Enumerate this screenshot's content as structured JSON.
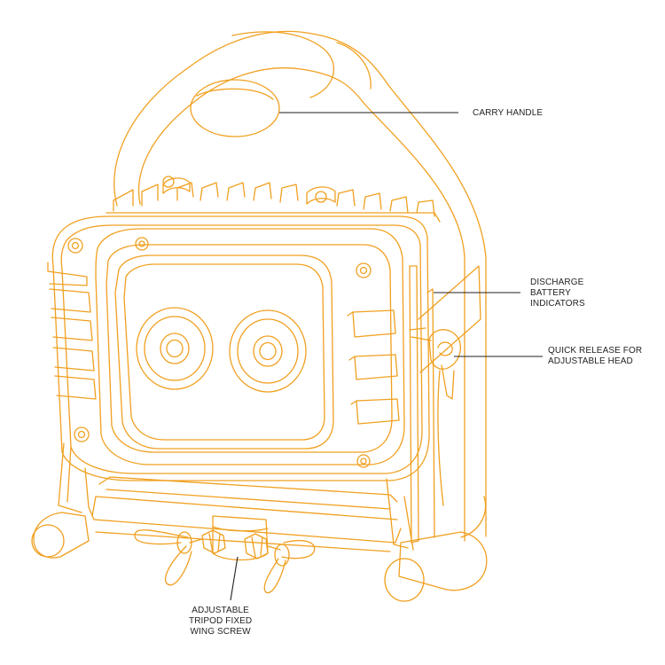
{
  "colors": {
    "outline": "#f0a020",
    "leader": "#231f20",
    "background": "#ffffff"
  },
  "labels": {
    "carry_handle": [
      "CARRY HANDLE"
    ],
    "discharge": [
      "DISCHARGE",
      "BATTERY",
      "INDICATORS"
    ],
    "quick_release": [
      "QUICK RELEASE FOR",
      "ADJUSTABLE HEAD"
    ],
    "tripod": [
      "ADJUSTABLE",
      "TRIPOD FIXED",
      "WING SCREW"
    ]
  }
}
